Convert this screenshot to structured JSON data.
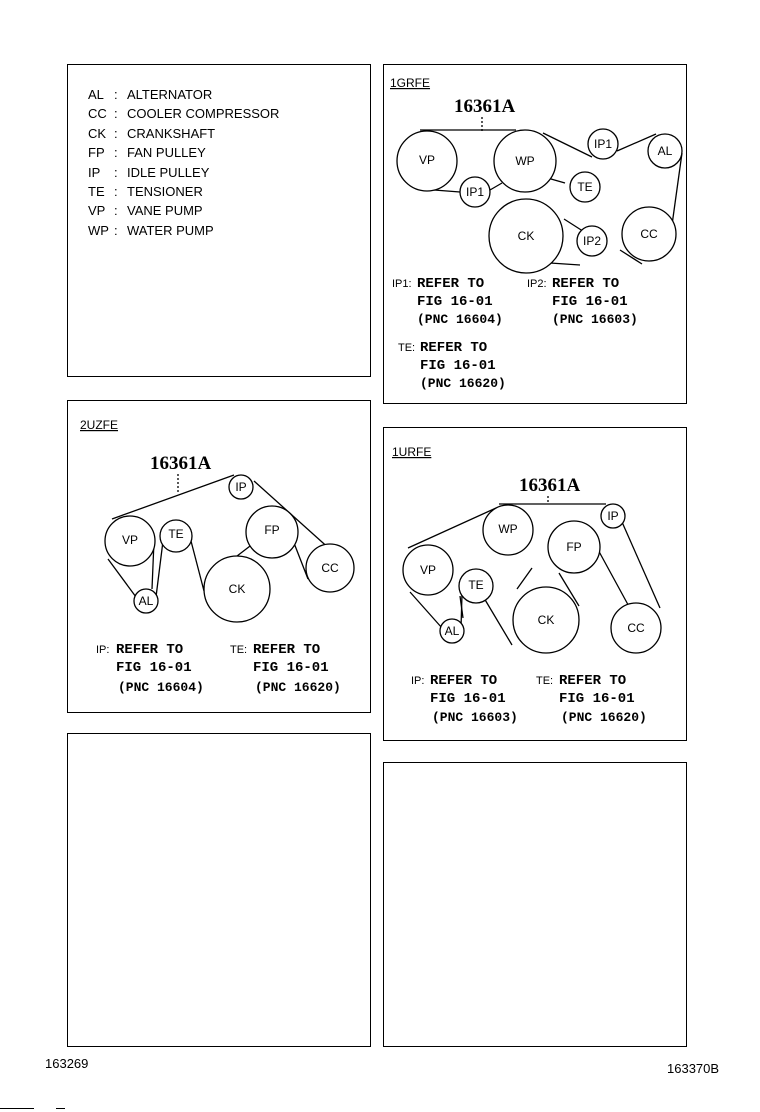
{
  "legend": [
    {
      "abbr": "AL",
      "sep": ":",
      "name": "ALTERNATOR"
    },
    {
      "abbr": "CC",
      "sep": ":",
      "name": "COOLER COMPRESSOR"
    },
    {
      "abbr": "CK",
      "sep": ":",
      "name": "CRANKSHAFT"
    },
    {
      "abbr": "FP",
      "sep": ":",
      "name": "FAN PULLEY"
    },
    {
      "abbr": "IP",
      "sep": ":",
      "name": "IDLE PULLEY"
    },
    {
      "abbr": "TE",
      "sep": ":",
      "name": "TENSIONER"
    },
    {
      "abbr": "VP",
      "sep": ":",
      "name": "VANE PUMP"
    },
    {
      "abbr": "WP",
      "sep": ":",
      "name": "WATER PUMP"
    }
  ],
  "grfe": {
    "engine": "1GRFE",
    "part": "16361A",
    "pulleys": {
      "vp": "VP",
      "wp": "WP",
      "ip1a": "IP1",
      "ip1b": "IP1",
      "al": "AL",
      "te": "TE",
      "ck": "CK",
      "ip2": "IP2",
      "cc": "CC"
    },
    "refs": [
      {
        "key": "IP1:",
        "line1": "REFER TO",
        "line2": "FIG 16-01",
        "line3": "(PNC 16604)"
      },
      {
        "key": "IP2:",
        "line1": "REFER TO",
        "line2": "FIG 16-01",
        "line3": "(PNC 16603)"
      },
      {
        "key": "TE:",
        "line1": "REFER TO",
        "line2": "FIG 16-01",
        "line3": "(PNC 16620)"
      }
    ]
  },
  "uzfe": {
    "engine": "2UZFE",
    "part": "16361A",
    "pulleys": {
      "ip": "IP",
      "vp": "VP",
      "te": "TE",
      "fp": "FP",
      "cc": "CC",
      "al": "AL",
      "ck": "CK"
    },
    "refs": [
      {
        "key": "IP:",
        "line1": "REFER TO",
        "line2": "FIG 16-01",
        "line3": "(PNC 16604)"
      },
      {
        "key": "TE:",
        "line1": "REFER TO",
        "line2": "FIG 16-01",
        "line3": "(PNC 16620)"
      }
    ]
  },
  "urfe": {
    "engine": "1URFE",
    "part": "16361A",
    "pulleys": {
      "wp": "WP",
      "ip": "IP",
      "fp": "FP",
      "vp": "VP",
      "te": "TE",
      "ck": "CK",
      "al": "AL",
      "cc": "CC"
    },
    "refs": [
      {
        "key": "IP:",
        "line1": "REFER TO",
        "line2": "FIG 16-01",
        "line3": "(PNC 16603)"
      },
      {
        "key": "TE:",
        "line1": "REFER TO",
        "line2": "FIG 16-01",
        "line3": "(PNC 16620)"
      }
    ]
  },
  "footer": {
    "left": "163269",
    "right": "163370B"
  }
}
